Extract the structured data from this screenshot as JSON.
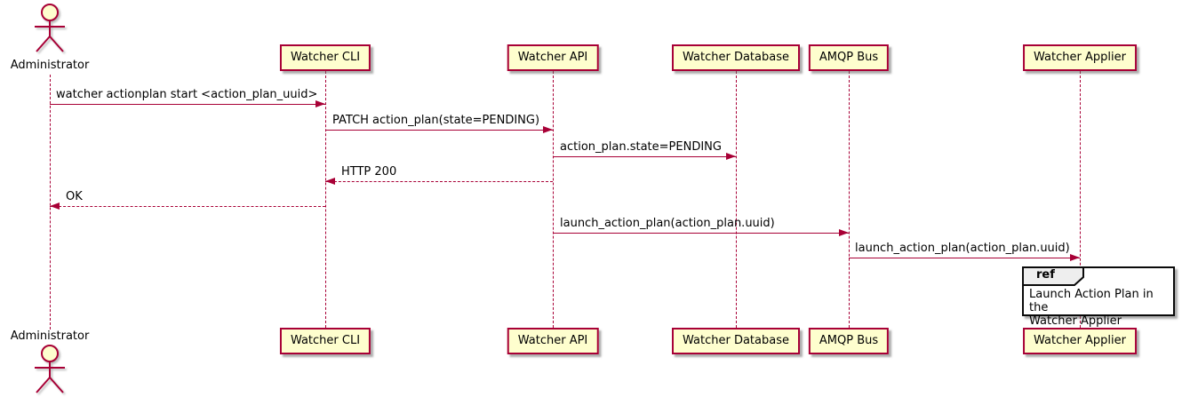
{
  "diagram": {
    "kind": "uml-sequence-diagram",
    "colors": {
      "line": "#A80036",
      "participant_fill": "#FEFECE",
      "text": "#000000",
      "ref_border": "#0a0a0a",
      "ref_tab_fill": "#EEEEEE",
      "background": "#FFFFFF"
    }
  },
  "actor": {
    "name": "Administrator"
  },
  "participants": [
    {
      "name": "Watcher CLI"
    },
    {
      "name": "Watcher API"
    },
    {
      "name": "Watcher Database"
    },
    {
      "name": "AMQP Bus"
    },
    {
      "name": "Watcher Applier"
    }
  ],
  "messages": [
    {
      "from": "Administrator",
      "to": "Watcher CLI",
      "style": "solid",
      "label": "watcher actionplan start <action_plan_uuid>"
    },
    {
      "from": "Watcher CLI",
      "to": "Watcher API",
      "style": "solid",
      "label": "PATCH action_plan(state=PENDING)"
    },
    {
      "from": "Watcher API",
      "to": "Watcher Database",
      "style": "solid",
      "label": "action_plan.state=PENDING"
    },
    {
      "from": "Watcher API",
      "to": "Watcher CLI",
      "style": "dashed",
      "label": "HTTP 200"
    },
    {
      "from": "Watcher CLI",
      "to": "Administrator",
      "style": "dashed",
      "label": "OK"
    },
    {
      "from": "Watcher API",
      "to": "AMQP Bus",
      "style": "solid",
      "label": "launch_action_plan(action_plan.uuid)"
    },
    {
      "from": "AMQP Bus",
      "to": "Watcher Applier",
      "style": "solid",
      "label": "launch_action_plan(action_plan.uuid)"
    }
  ],
  "ref_fragment": {
    "keyword": "ref",
    "line1": "Launch Action Plan in the",
    "line2": "Watcher Applier"
  }
}
